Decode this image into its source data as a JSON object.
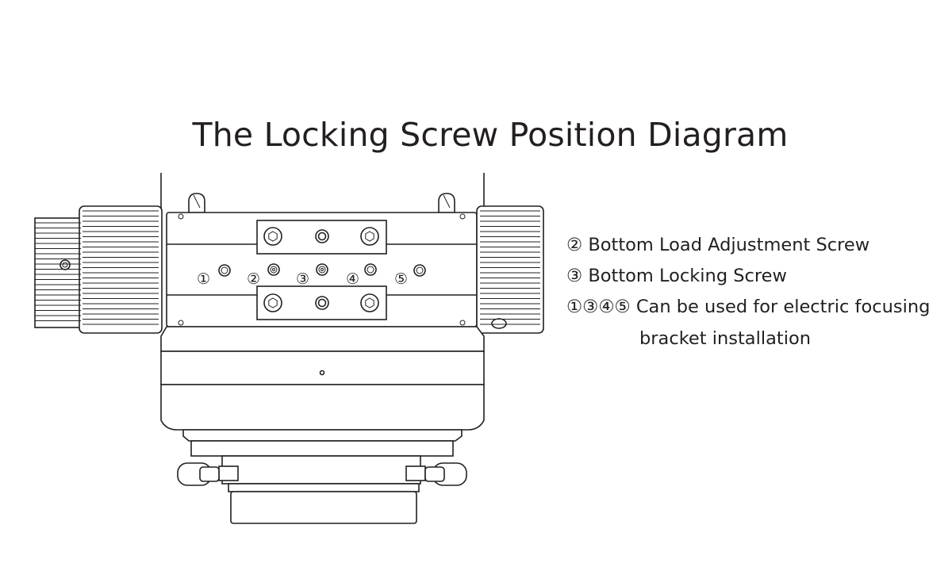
{
  "title": "The Locking Screw Position Diagram",
  "markers": [
    "①",
    "②",
    "③",
    "④",
    "⑤"
  ],
  "legend": {
    "line1": "② Bottom Load Adjustment Screw",
    "line2": "③ Bottom Locking Screw",
    "line3": "①③④⑤ Can be used for electric focusing",
    "line3_cont": "bracket installation"
  }
}
